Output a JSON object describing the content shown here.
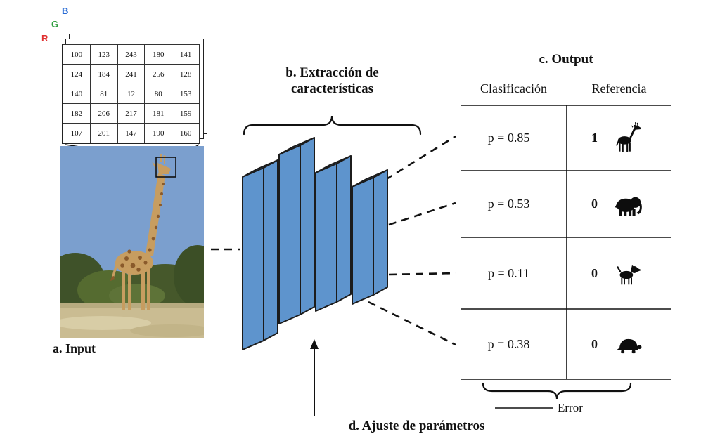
{
  "figure": {
    "input": {
      "caption": "a. Input",
      "channels": [
        {
          "label": "B",
          "color": "#2468d4"
        },
        {
          "label": "G",
          "color": "#2e9e3e"
        },
        {
          "label": "R",
          "color": "#e03030"
        }
      ],
      "pixel_grid": {
        "rows": [
          [
            "100",
            "123",
            "243",
            "180",
            "141"
          ],
          [
            "124",
            "184",
            "241",
            "256",
            "128"
          ],
          [
            "140",
            "81",
            "12",
            "80",
            "153"
          ],
          [
            "182",
            "206",
            "217",
            "181",
            "159"
          ],
          [
            "107",
            "201",
            "147",
            "190",
            "160"
          ]
        ]
      },
      "photo": "giraffe-savanna-photo"
    },
    "feature_extraction": {
      "caption_line1": "b. Extracción de",
      "caption_line2": "características",
      "layers": 4,
      "layer_color": "#5e94cd"
    },
    "output": {
      "caption": "c. Output",
      "columns": [
        "Clasificación",
        "Referencia"
      ],
      "rows": [
        {
          "classification": "p = 0.85",
          "reference": "1",
          "icon": "giraffe-icon"
        },
        {
          "classification": "p = 0.53",
          "reference": "0",
          "icon": "elephant-icon"
        },
        {
          "classification": "p = 0.11",
          "reference": "0",
          "icon": "dog-icon"
        },
        {
          "classification": "p = 0.38",
          "reference": "0",
          "icon": "turtle-icon"
        }
      ],
      "error_label": "Error"
    },
    "feedback": {
      "caption": "d. Ajuste de parámetros"
    }
  }
}
